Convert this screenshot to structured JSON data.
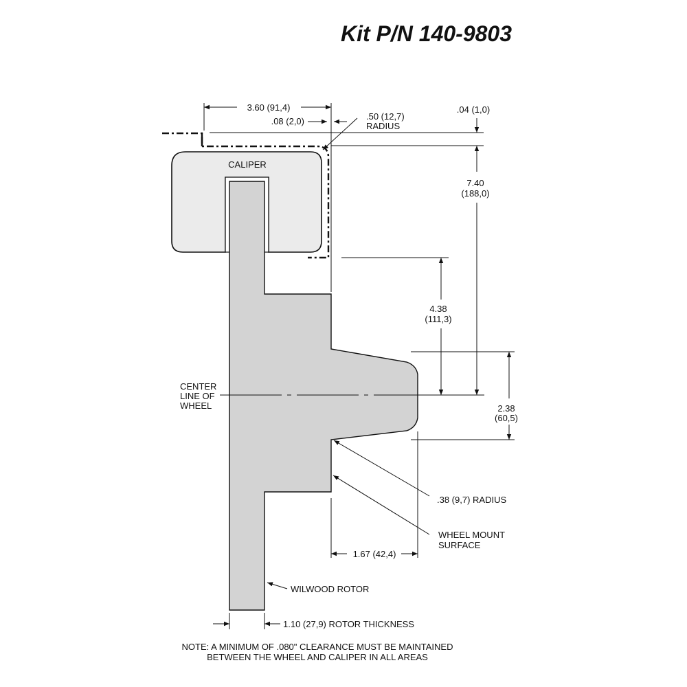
{
  "title": "Kit P/N 140-9803",
  "colors": {
    "part_fill": "#d3d3d3",
    "caliper_fill": "#ebebeb",
    "line": "#111111",
    "background": "#ffffff"
  },
  "labels": {
    "caliper": "CALIPER",
    "center_line": [
      "CENTER",
      "LINE OF",
      "WHEEL"
    ],
    "wheel_mount": [
      "WHEEL MOUNT",
      "SURFACE"
    ],
    "rotor": "WILWOOD ROTOR",
    "radius_38": ".38 (9,7) RADIUS",
    "radius_50": [
      ".50 (12,7)",
      "RADIUS"
    ]
  },
  "dimensions": {
    "d_360": "3.60 (91,4)",
    "d_008": ".08 (2,0)",
    "d_004": ".04 (1,0)",
    "d_740": [
      "7.40",
      "(188,0)"
    ],
    "d_438": [
      "4.38",
      "(111,3)"
    ],
    "d_238": [
      "2.38",
      "(60,5)"
    ],
    "d_167": "1.67 (42,4)",
    "d_110": "1.10 (27,9) ROTOR THICKNESS"
  },
  "note": [
    "NOTE: A MINIMUM OF .080\" CLEARANCE MUST BE MAINTAINED",
    "BETWEEN THE WHEEL AND CALIPER IN ALL AREAS"
  ]
}
